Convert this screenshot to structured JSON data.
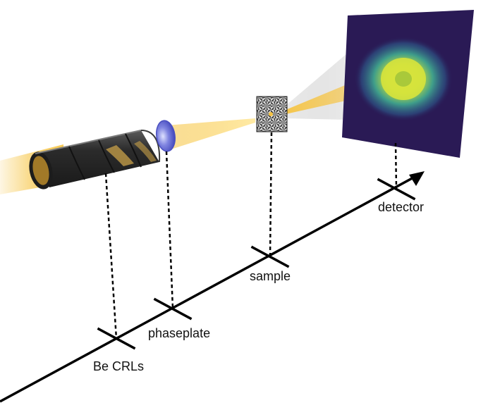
{
  "labels": {
    "crl": "Be CRLs",
    "phaseplate": "phaseplate",
    "sample": "sample",
    "detector": "detector"
  },
  "colors": {
    "beam": "#f6c443",
    "lens_body": "#2f2f2f",
    "phaseplate": "#6b6fd8",
    "detector_bg": "#2a1a55",
    "detector_spot": "#c8e03a",
    "axis": "#000000"
  },
  "icons": {
    "axis_arrow": "arrowhead-icon",
    "sample": "siemens-star-grid-icon"
  }
}
